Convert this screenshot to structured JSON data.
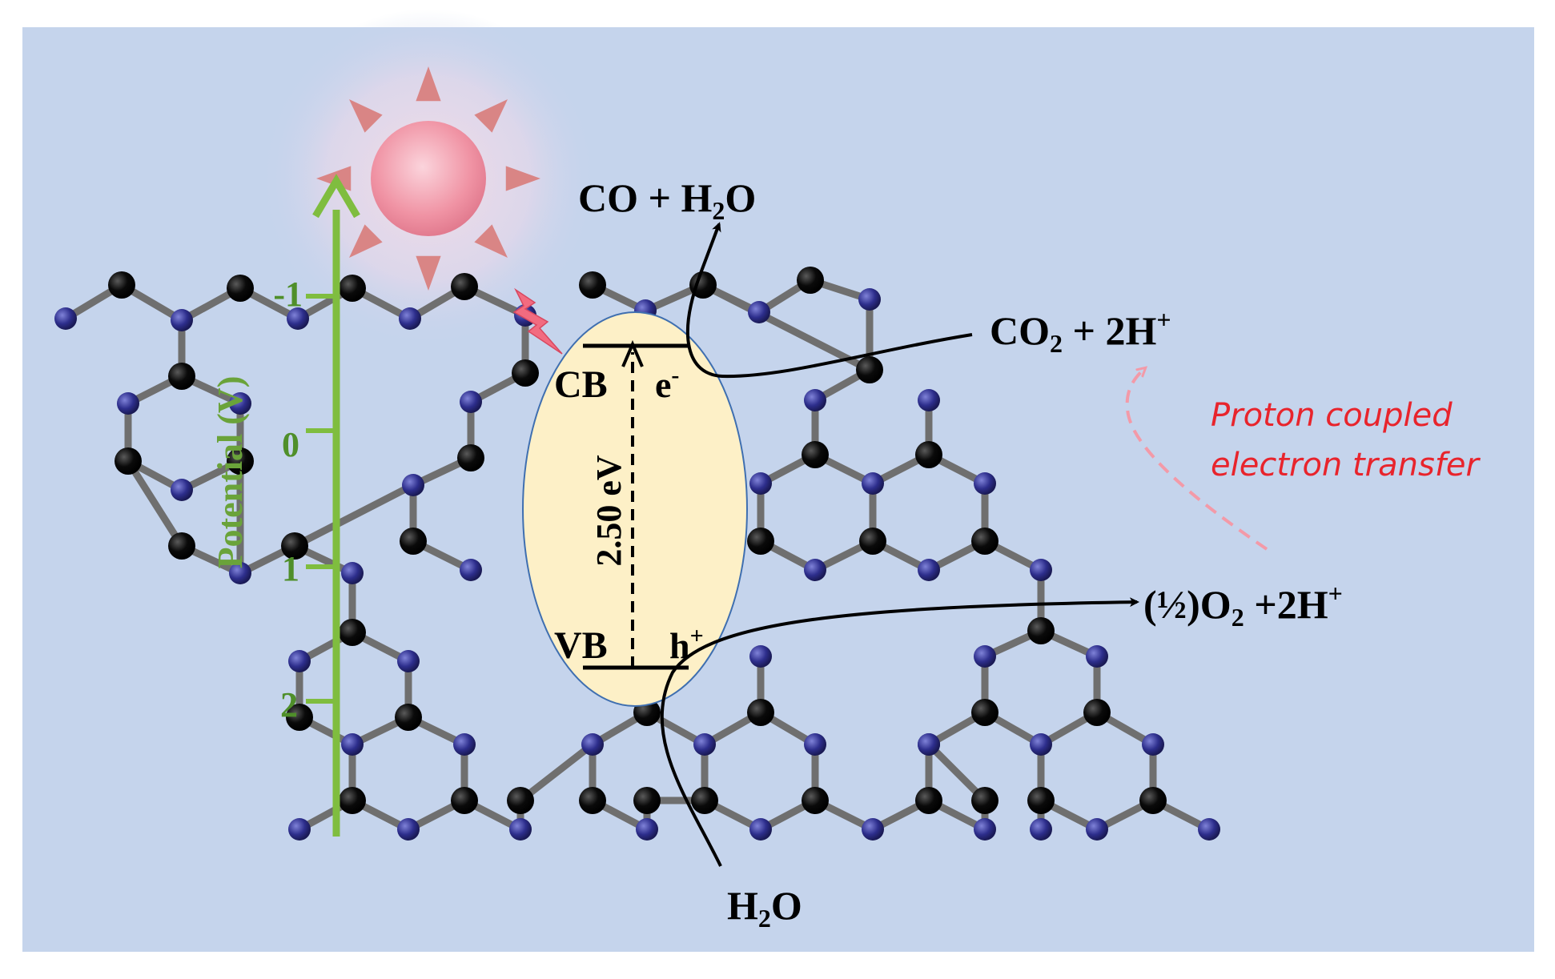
{
  "colors": {
    "background": "#c5d4ec",
    "bond": "#6f6f6f",
    "carbon_atom": "#0a0a0a",
    "nitrogen_atom": "#2d2e8c",
    "potential_axis": "#7fbd3f",
    "band_ellipse_fill": "#fdf0c7",
    "band_ellipse_stroke": "#3f6fb0",
    "sun": "#f08a9b",
    "sun_rays": "#d98585",
    "pcet_note": "#e8242c",
    "pcet_arrow": "#f39aa8"
  },
  "axis": {
    "title": "Potential (V)",
    "ticks": [
      "-1",
      "0",
      "1",
      "2"
    ]
  },
  "band": {
    "cb_label": "CB",
    "vb_label": "VB",
    "electron": "e",
    "electron_sup": "-",
    "hole": "h",
    "hole_sup": "+",
    "gap": "2.50 eV"
  },
  "reactions": {
    "co_product": {
      "a": "CO + H",
      "sub": "2",
      "b": "O"
    },
    "co2_reactant": {
      "a": "CO",
      "sub": "2",
      "b": " + 2H",
      "sup": "+"
    },
    "o2_product": {
      "a": "(½)O",
      "sub": "2",
      "b": " +2H",
      "sup": "+"
    },
    "water": {
      "a": "H",
      "sub": "2",
      "b": "O"
    }
  },
  "pcet_note": [
    "Proton coupled",
    "electron transfer"
  ],
  "icons": [
    "sun-icon",
    "lightning-icon"
  ]
}
